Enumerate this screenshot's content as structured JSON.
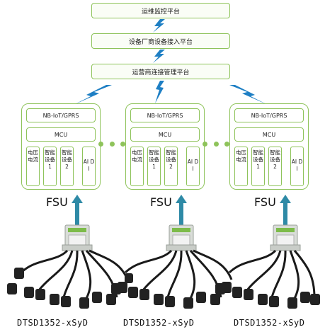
{
  "platforms": [
    {
      "label": "运维监控平台"
    },
    {
      "label": "设备厂商设备接入平台"
    },
    {
      "label": "运营商连接管理平台"
    }
  ],
  "fsu_units": [
    {
      "comm": "NB-IoT/GPRS",
      "mcu": "MCU",
      "modules": [
        "电压电流",
        "智能设备1",
        "智能设备2",
        "AI DI"
      ],
      "label": "FSU",
      "model": "DTSD1352-xSyD"
    },
    {
      "comm": "NB-IoT/GPRS",
      "mcu": "MCU",
      "modules": [
        "电压电流",
        "智能设备1",
        "智能设备2",
        "AI DI"
      ],
      "label": "FSU",
      "model": "DTSD1352-xSyD"
    },
    {
      "comm": "NB-IoT/GPRS",
      "mcu": "MCU",
      "modules": [
        "电压电流",
        "智能设备1",
        "智能设备2",
        "AI DI"
      ],
      "label": "FSU",
      "model": "DTSD1352-xSyD"
    }
  ],
  "colors": {
    "border": "#8ec35a",
    "lightning": "#1e7fc4",
    "arrow": "#2e8aa6",
    "device": "#d9ddd8",
    "cable": "#1a1a1a"
  },
  "icons": {
    "wireless": "lightning-icon",
    "uplink": "arrow-up-icon",
    "device": "meter-device-icon"
  }
}
